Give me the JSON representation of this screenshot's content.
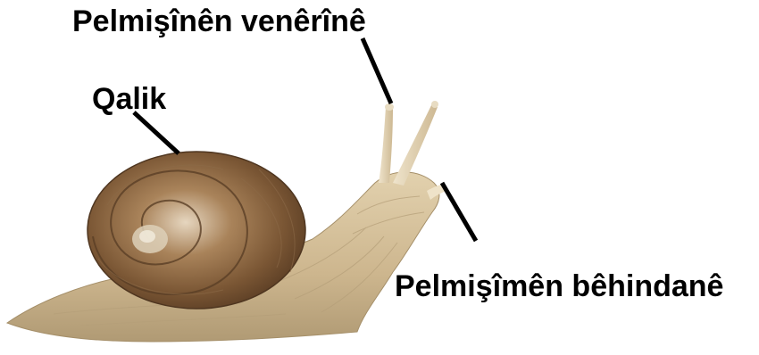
{
  "labels": {
    "eye_tentacles": "Pelmişînên venêrînê",
    "shell": "Qalik",
    "smell_tentacles": "Pelmişîmên bêhindanê"
  },
  "colors": {
    "shell_dark": "#6b4a2e",
    "shell_light": "#b08b63",
    "body": "#d8c4a0",
    "body_shadow": "#b39c76",
    "line": "#000000"
  },
  "icons": {
    "subject": "snail-illustration"
  }
}
